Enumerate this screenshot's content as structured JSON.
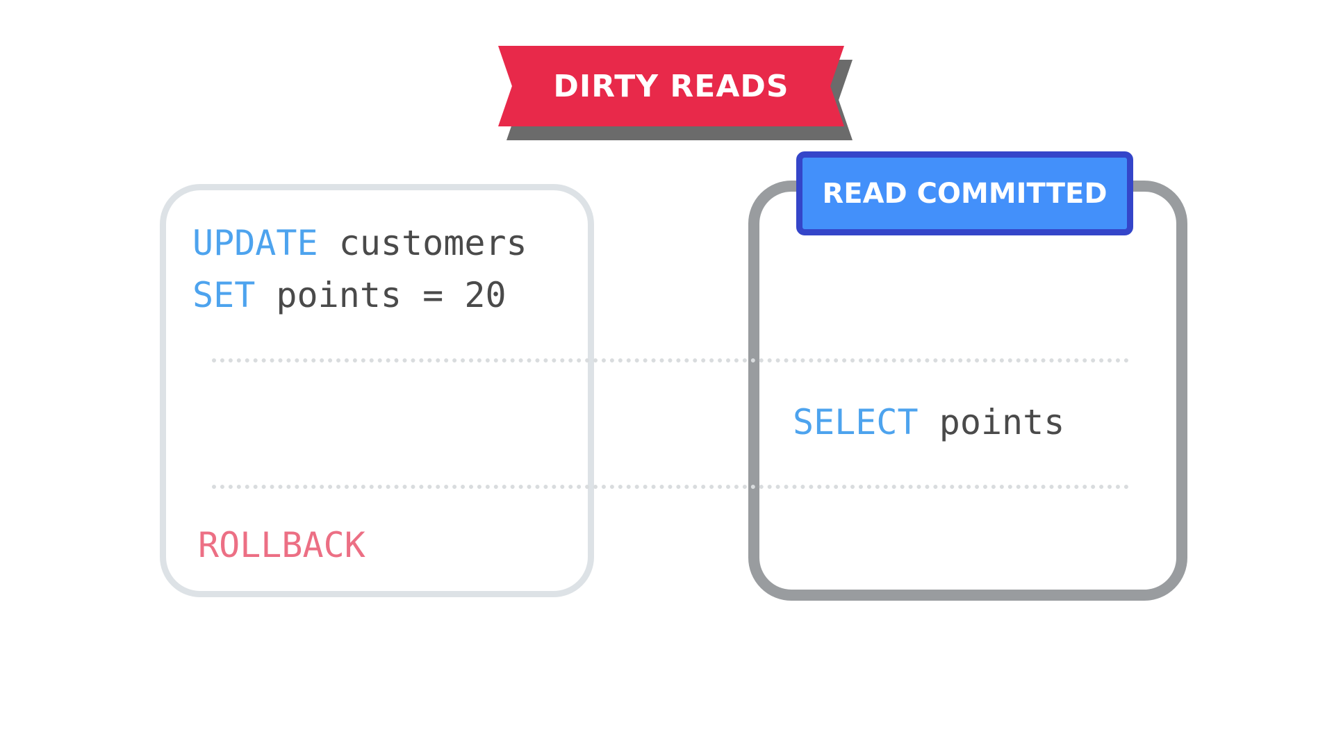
{
  "title": "DIRTY READS",
  "isolation_level": "READ COMMITTED",
  "transaction_1": {
    "update_keyword": "UPDATE",
    "update_table": "customers",
    "set_keyword": "SET",
    "set_expression": "points = 20",
    "rollback": "ROLLBACK"
  },
  "transaction_2": {
    "select_keyword": "SELECT",
    "select_column": "points"
  },
  "colors": {
    "ribbon": "#e8294a",
    "ribbon_shadow": "#6b6b6b",
    "badge_fill": "#4390fa",
    "badge_border": "#3445c9",
    "keyword": "#4da3ee",
    "rollback": "#ec6f84",
    "code_text": "#4a4a4a",
    "left_box_border": "#dde2e6",
    "right_box_border": "#999c9f",
    "separator": "#d9dcde"
  }
}
